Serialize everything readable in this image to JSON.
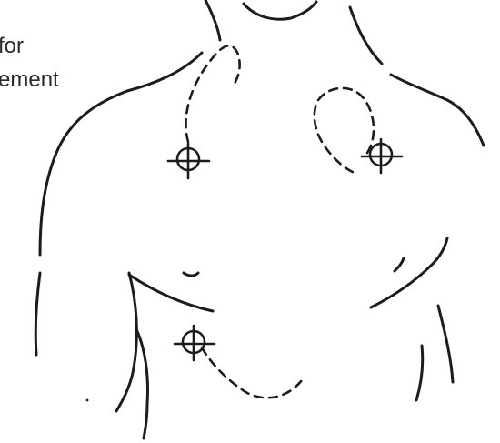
{
  "caption": {
    "line1": "for",
    "line2": "ement"
  },
  "colors": {
    "ink": "#1c1c1c",
    "background": "#ffffff"
  },
  "targets": [
    {
      "name": "target-right-infraclavicular"
    },
    {
      "name": "target-left-infraclavicular"
    },
    {
      "name": "target-right-subcostal"
    }
  ]
}
